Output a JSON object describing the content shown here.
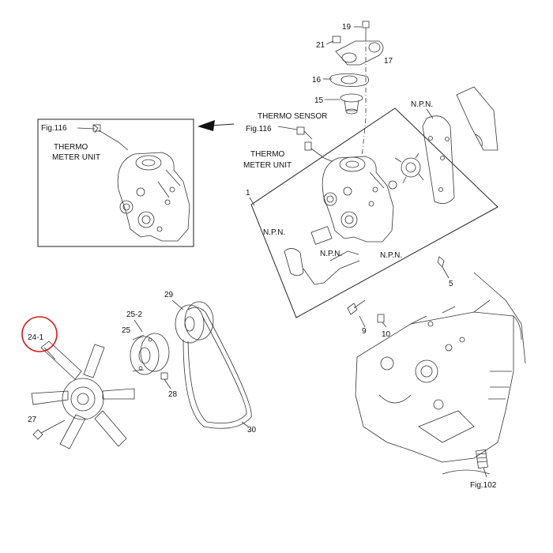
{
  "inset": {
    "fig_ref": "Fig.116",
    "title_line1": "THERMO",
    "title_line2": "METER UNIT"
  },
  "main": {
    "fig_ref": "Fig.116",
    "sensor_label": "THERMO SENSOR",
    "unit_line1": "THERMO",
    "unit_line2": "METER UNIT",
    "npn_label_1": "N.P.N.",
    "npn_label_2": "N.P.N.",
    "npn_label_3": "N.P.N.",
    "npn_label_4": "N.P.N."
  },
  "parts": {
    "p1": "1",
    "p5": "5",
    "p9": "9",
    "p10": "10",
    "p15": "15",
    "p16": "16",
    "p17": "17",
    "p19": "19",
    "p21": "21",
    "p24_1": "24-1",
    "p25": "25",
    "p25_2": "25-2",
    "p27": "27",
    "p28": "28",
    "p29": "29",
    "p30": "30"
  },
  "bottom": {
    "fig_ref": "Fig.102"
  },
  "highlight": {
    "color": "#d42020"
  }
}
